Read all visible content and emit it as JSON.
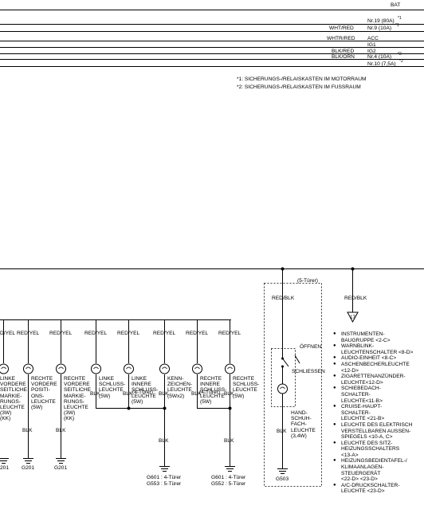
{
  "power_rails": {
    "bat": "BAT",
    "wht_red_1": "WHT/RED",
    "fuse_19": "Nr.19 (80A)",
    "fuse_19_sup": "*1",
    "fuse_9": "Nr.9 (10A)",
    "fuse_9_sup": "*1",
    "whtr_red": "WHTR/RED",
    "acc": "ACC",
    "ig1": "IG1",
    "blk_red": "BLK/RED",
    "ig2": "IG2",
    "blk_orn": "BLK/ORN",
    "fuse_4": "Nr.4 (10A)",
    "fuse_4_sup": "*2",
    "fuse_10": "Nr.10 (7,5A)",
    "fuse_10_sup": "*2"
  },
  "notes": {
    "note1": "*1: SICHERUNGS-/RELAISKASTEN IM MOTORRAUM",
    "note2": "*2: SICHERUNGS-/RELAISKASTEN IM FUSSRAUM"
  },
  "wire_labels": {
    "red_blk_glovebox": "RED/BLK",
    "red_blk_right": "RED/BLK",
    "five_door": "(5-Türer)",
    "red_yel_1": "D/YEL",
    "red_yel_2": "RED/YEL",
    "red_yel_3": "RED/YEL",
    "red_yel_4": "RED/YEL",
    "red_yel_5": "RED/YEL",
    "red_yel_6": "RED/YEL",
    "red_yel_7": "RED/YEL",
    "red_yel_8": "RED/YEL",
    "blk_a": "BLK",
    "blk_b": "BLK",
    "blk_c": "BLK",
    "blk_d": "BLK",
    "blk_e": "BLK",
    "blk_f": "BLK",
    "blk_g": "BLK",
    "blk_h": "BLK",
    "blk_i": "BLK",
    "blk_j": "BLK",
    "four_door_a": "(4-Türer)",
    "four_door_b": "(4-Türer)"
  },
  "lamps": {
    "l1": "LINKE\nVORDERE\nSEITLICHE\nMARKIE-\nRUNGS-\nLEUCHTE\n(3W)\n(KK)",
    "l2": "RECHTE\nVORDERE\nPOSITI-\nONS-\nLEUCHTE\n(5W)",
    "l3": "RECHTE\nVORDERE\nSEITLICHE\nMARKIE-\nRUNGS-\nLEUCHTE\n(3W)\n(KK)",
    "l4": "LINKE\nSCHLUSS-\nLEUCHTE\n(5W)",
    "l5": "LINKE\nINNERE\nSCHLUSS-\nLEUCHTE\n(5W)",
    "l6": "KENN-\nZEICHEN-\nLEUCHTE\n(5Wx2)",
    "l7": "RECHTE\nINNERE\nSCHLUSS-\nLEUCHTE\n(5W)",
    "l8": "RECHTE\nSCHLUSS-\nLEUCHTE\n(5W)",
    "glovebox": "HAND-\nSCHUH-\nFACH-\nLEUCHTE\n(3,4W)",
    "switch_open": "ÖFFNEN",
    "switch_close": "SCHLIESSEN"
  },
  "grounds": {
    "g_left": "201",
    "g_201a": "G201",
    "g_201b": "G201",
    "g_601a": "G601 : 4-Türer",
    "g_553": "G553 : 5-Türer",
    "g_601b": "G601 : 4-Türer",
    "g_552": "G552 : 5-Türer",
    "g_503": "G503"
  },
  "connector_badge": "17",
  "legend": [
    "INSTRUMENTEN-\nBAUGRUPPE <2-C>",
    "WARNBLINK-\nLEUCHTENSCHALTER <8-D>",
    "AUDIO-EINHEIT <8-C>",
    "ASCHENBECHERLEUCHTE\n<12-D>",
    "ZIGARETTENANZÜNDER-\nLEUCHTE<12-D>",
    "SCHIEBEDACH-\nSCHALTER-\nLEUCHTE<11-B>",
    "CRUISE-HAUPT-\nSCHALTER-\nLEUCHTE <21-B>",
    "LEUCHTE DES ELEKTRISCH\nVERSTELLBAREN AUSSEN-\nSPIEGELS <10-A, C>",
    "LEUCHTE DES SITZ-\nHEIZUNGSSCHALTERS\n<13-A>",
    "HEIZUNGSBEDIENTAFEL-/\nKLIMAANLAGEN-\nSTEUERGERÄT\n<22-D> <23-D>",
    "A/C-DRUCKSCHALTER-\nLEUCHTE <23-D>"
  ]
}
